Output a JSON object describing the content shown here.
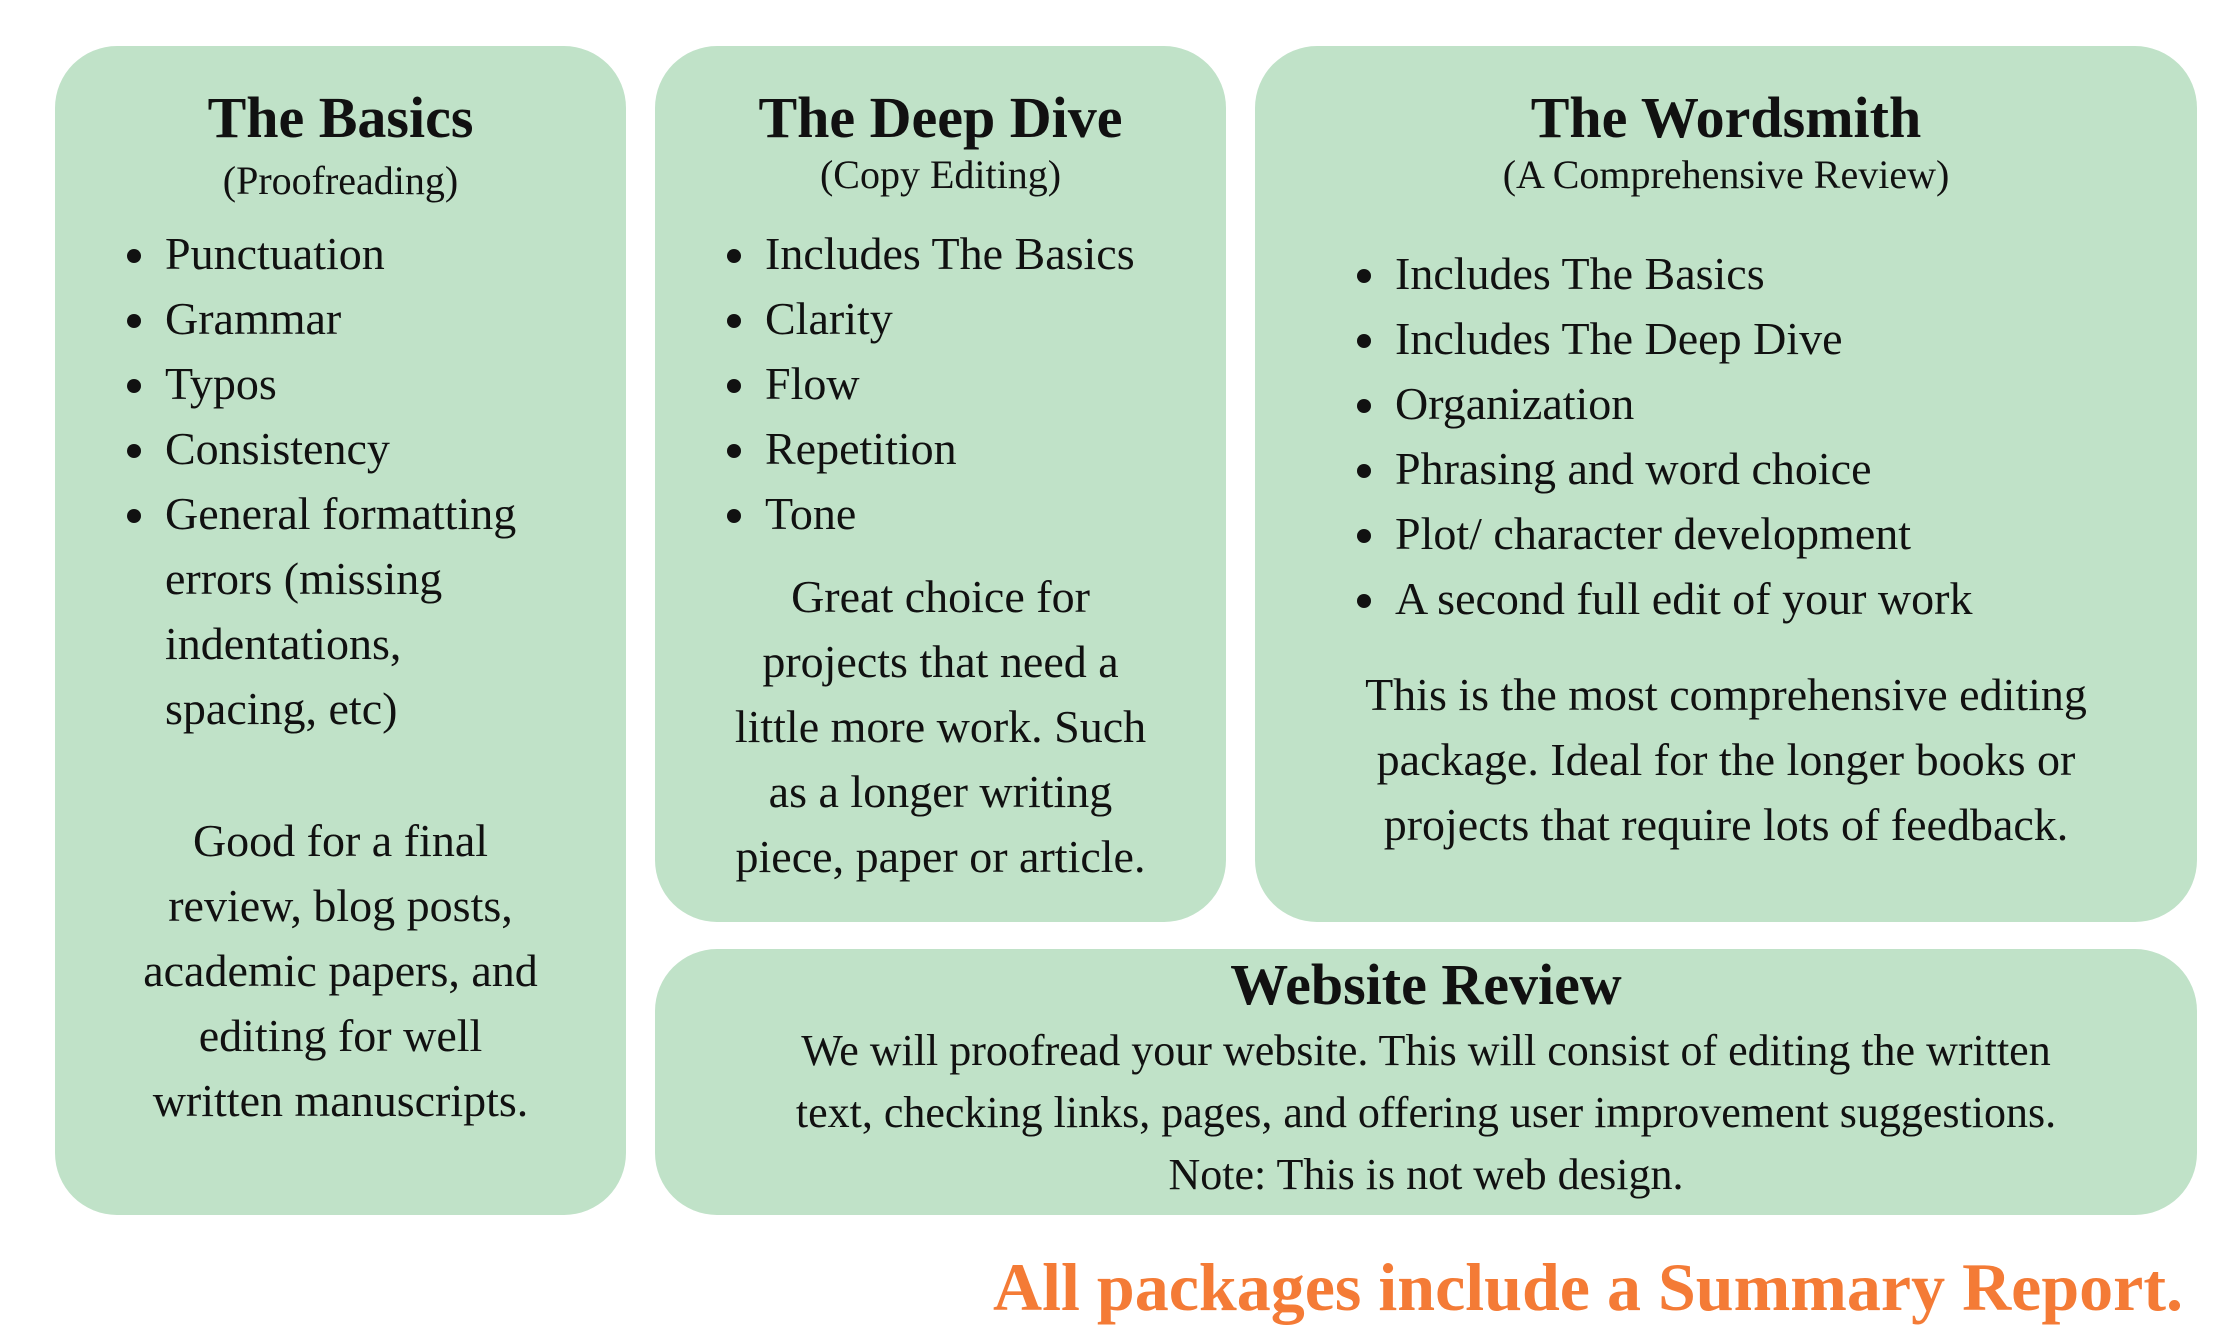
{
  "packages": [
    {
      "title": "The Basics",
      "subtitle": "(Proofreading)",
      "items": [
        "Punctuation",
        "Grammar",
        "Typos",
        "Consistency",
        "General formatting",
        "errors (missing",
        "indentations,",
        "spacing, etc)"
      ],
      "description": [
        "Good for a final",
        "review, blog posts,",
        "academic papers, and",
        "editing for well",
        "written manuscripts."
      ]
    },
    {
      "title": "The Deep Dive",
      "subtitle": "(Copy Editing)",
      "items": [
        "Includes The Basics",
        "Clarity",
        "Flow",
        "Repetition",
        "Tone"
      ],
      "description": [
        "Great choice for",
        "projects that need a",
        "little more work. Such",
        "as a longer writing",
        "piece, paper or article."
      ]
    },
    {
      "title": "The Wordsmith",
      "subtitle": "(A Comprehensive Review)",
      "items": [
        "Includes The Basics",
        "Includes The Deep Dive",
        "Organization",
        "Phrasing and word choice",
        "Plot/ character development",
        "A second full edit of your work"
      ],
      "description": [
        "This is the most comprehensive editing",
        "package. Ideal for the longer books or",
        "projects that require lots of feedback."
      ]
    }
  ],
  "website_review": {
    "title": "Website Review",
    "lines": [
      "We will proofread your website. This will consist of editing the written",
      "text, checking links, pages, and offering user improvement suggestions.",
      "Note: This is not web design."
    ]
  },
  "footer": "All packages include a Summary Report.",
  "colors": {
    "card_bg": "#c0e2c8",
    "accent": "#f47b36"
  }
}
